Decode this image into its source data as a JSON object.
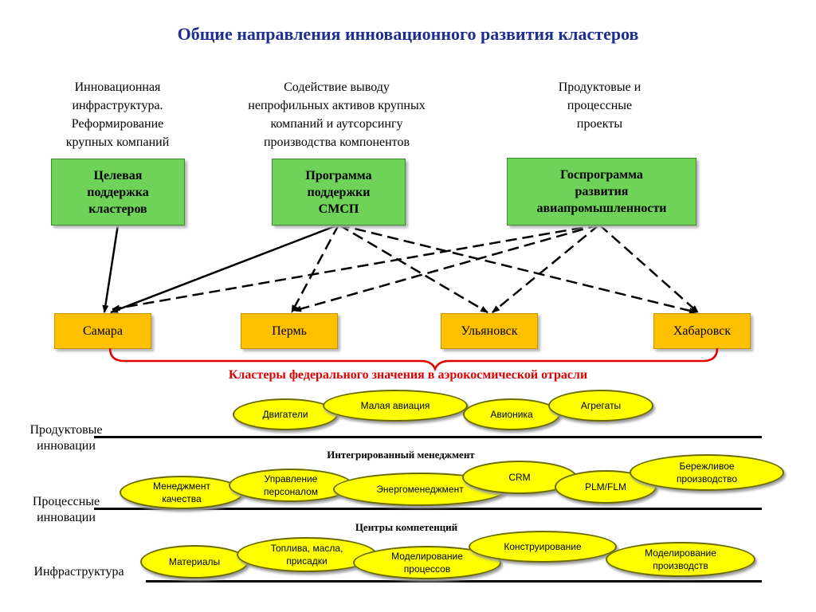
{
  "title": "Общие направления инновационного развития кластеров",
  "captions": [
    "Инновационная\nинфраструктура.\nРеформирование\nкрупных компаний",
    "Содействие выводу\nнепрофильных активов крупных\nкомпаний и аутсорсингу\nпроизводства компонентов",
    "Продуктовые и\nпроцессные\nпроекты"
  ],
  "programs": [
    "Целевая\nподдержка\nкластеров",
    "Программа\nподдержки\nСМСП",
    "Госпрограмма\nразвития\nавиапромышленности"
  ],
  "clusters": [
    "Самара",
    "Пермь",
    "Ульяновск",
    "Хабаровск"
  ],
  "federal_label": "Кластеры федерального значения в аэрокосмической отрасли",
  "rows": {
    "product": {
      "label": "Продуктовые\nинновации",
      "items": [
        "Двигатели",
        "Малая авиация",
        "Авионика",
        "Агрегаты"
      ]
    },
    "process": {
      "label": "Процессные\nинновации",
      "heading": "Интегрированный менеджмент",
      "items": [
        "Менеджмент\nкачества",
        "Управление\nперсоналом",
        "Энергоменеджмент",
        "CRM",
        "PLM/FLM",
        "Бережливое\nпроизводство"
      ]
    },
    "infra": {
      "label": "Инфраструктура",
      "heading": "Центры компетенций",
      "items": [
        "Материалы",
        "Топлива, масла,\nприсадки",
        "Моделирование\nпроцессов",
        "Конструирование",
        "Моделирование\nпроизводств"
      ]
    }
  },
  "colors": {
    "title": "#1f2f8f",
    "program_box": "#6fd35a",
    "cluster_box": "#ffc000",
    "oval": "#ffff00",
    "brace": "#e00000"
  }
}
